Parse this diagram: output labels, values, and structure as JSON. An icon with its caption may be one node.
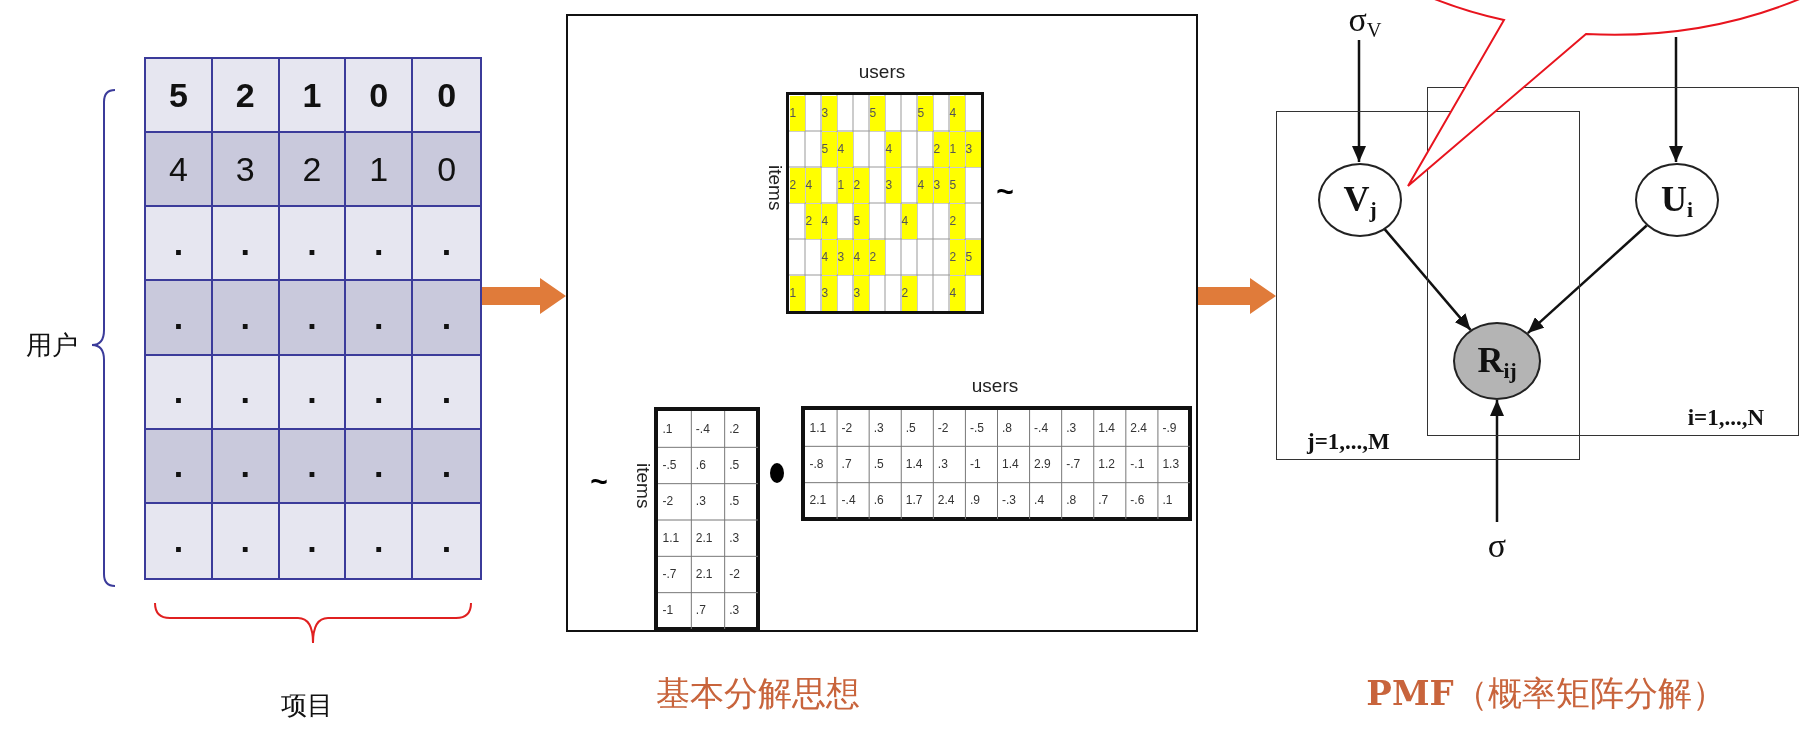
{
  "diagram": {
    "nodes": [
      {
        "text": [
          "5",
          "2",
          "1",
          "0",
          "0",
          "4",
          "3",
          "2",
          "1",
          "0",
          ".",
          ".",
          ".",
          ".",
          ".",
          ".",
          ".",
          ".",
          ".",
          ".",
          ".",
          ".",
          ".",
          ".",
          ".",
          ".",
          ".",
          ".",
          ".",
          ".",
          ".",
          ".",
          ".",
          ".",
          "."
        ]
      },
      {
        "text": [],
        "shape": "box"
      },
      {
        "text": [
          "users",
          "items",
          "1",
          "3",
          "5",
          "5",
          "4",
          "5",
          "4",
          "4",
          "2",
          "1",
          "3",
          "2",
          "4",
          "1",
          "2",
          "3",
          "4",
          "3",
          "5",
          "2",
          "4",
          "5",
          "4",
          "2",
          "4",
          "3",
          "4",
          "2",
          "2",
          "5",
          "1",
          "3",
          "3",
          "2",
          "4"
        ],
        "in": 1
      },
      {
        "text": [
          "items",
          ".1",
          "-.4",
          ".2",
          "-.5",
          ".6",
          ".5",
          "-2",
          ".3",
          ".5",
          "1.1",
          "2.1",
          ".3",
          "-.7",
          "2.1",
          "-2",
          "-1",
          ".7",
          ".3"
        ],
        "in": 1
      },
      {
        "text": [
          "users",
          "1.1",
          "-2",
          ".3",
          ".5",
          "-2",
          "-.5",
          ".8",
          "-.4",
          ".3",
          "1.4",
          "2.4",
          "-.9",
          "-.8",
          ".7",
          ".5",
          "1.4",
          ".3",
          "-1",
          "1.4",
          "2.9",
          "-.7",
          "1.2",
          "-.1",
          "1.3",
          "2.1",
          "-.4",
          ".6",
          "1.7",
          "2.4",
          ".9",
          "-.3",
          ".4",
          ".8",
          ".7",
          "-.6",
          ".1"
        ],
        "in": 1
      },
      {
        "text": [
          "j=1,...,M"
        ]
      },
      {
        "text": [
          "i=1,...,N"
        ]
      },
      {
        "text": [
          "V$_{j}$"
        ],
        "in": 5
      },
      {
        "text": [
          "U$_{i}$"
        ],
        "in": 6
      },
      {
        "text": [
          "R$_{ij}$"
        ]
      },
      {
        "text": [
          "σ$_{V}$"
        ]
      },
      {
        "text": [
          "σ"
        ]
      }
    ],
    "edges": [
      {
        "from": 0,
        "to": 1,
        "arrow": "to",
        "style": "thick",
        "color": "#e07b3a"
      },
      {
        "from": 1,
        "to": 5,
        "arrow": "to",
        "style": "thick",
        "color": "#e07b3a"
      },
      {
        "from": 10,
        "to": 7,
        "arrow": "to"
      },
      {
        "from": null,
        "to": 8,
        "arrow": "to"
      },
      {
        "from": 7,
        "to": 9,
        "arrow": "to"
      },
      {
        "from": 8,
        "to": 9,
        "arrow": "to"
      },
      {
        "from": 11,
        "to": 9,
        "arrow": "to"
      }
    ],
    "labels": [
      "用户",
      "~",
      "~",
      "项目",
      "基本分解思想",
      "**PMF**（概率矩阵分解）"
    ]
  }
}
